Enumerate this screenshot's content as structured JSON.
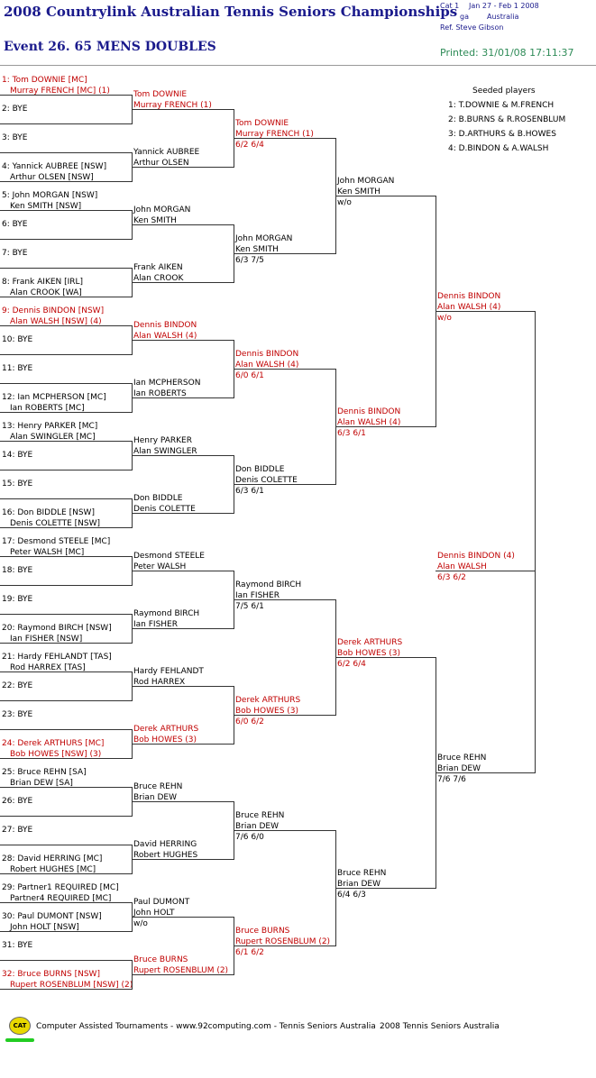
{
  "header": {
    "title": "2008 Countrylink Australian Tennis Seniors Championships",
    "event": "Event 26. 65 MENS DOUBLES",
    "printed": "Printed: 31/01/08 17:11:37",
    "cat": "Cat 1",
    "dates": "Jan 27 - Feb 1 2008",
    "venue": "ga",
    "country": "Australia",
    "referee": "Ref. Steve Gibson"
  },
  "seeded": {
    "title": "Seeded players",
    "items": [
      "1: T.DOWNIE & M.FRENCH",
      "2: B.BURNS & R.ROSENBLUM",
      "3: D.ARTHURS & B.HOWES",
      "4: D.BINDON & A.WALSH"
    ]
  },
  "footer": {
    "logo": "CAT",
    "left": "Computer Assisted Tournaments - www.92computing.com -  Tennis Seniors Australia",
    "right": "2008 Tennis Seniors Australia"
  },
  "rounds": [
    [
      {
        "l1": "1: Tom DOWNIE [MC]",
        "l2": "Murray FRENCH [MC] (1)",
        "red": true
      },
      {
        "l1": "2: BYE",
        "l2": "",
        "red": false
      },
      {
        "l1": "3: BYE",
        "l2": "",
        "red": false
      },
      {
        "l1": "4: Yannick AUBREE [NSW]",
        "l2": "Arthur OLSEN [NSW]",
        "red": false
      },
      {
        "l1": "5: John MORGAN [NSW]",
        "l2": "Ken SMITH [NSW]",
        "red": false
      },
      {
        "l1": "6: BYE",
        "l2": "",
        "red": false
      },
      {
        "l1": "7: BYE",
        "l2": "",
        "red": false
      },
      {
        "l1": "8: Frank AIKEN [IRL]",
        "l2": "Alan CROOK [WA]",
        "red": false
      },
      {
        "l1": "9: Dennis BINDON [NSW]",
        "l2": "Alan WALSH [NSW] (4)",
        "red": true
      },
      {
        "l1": "10: BYE",
        "l2": "",
        "red": false
      },
      {
        "l1": "11: BYE",
        "l2": "",
        "red": false
      },
      {
        "l1": "12: Ian MCPHERSON [MC]",
        "l2": "Ian ROBERTS [MC]",
        "red": false
      },
      {
        "l1": "13: Henry PARKER [MC]",
        "l2": "Alan SWINGLER [MC]",
        "red": false
      },
      {
        "l1": "14: BYE",
        "l2": "",
        "red": false
      },
      {
        "l1": "15: BYE",
        "l2": "",
        "red": false
      },
      {
        "l1": "16: Don BIDDLE [NSW]",
        "l2": "Denis COLETTE [NSW]",
        "red": false
      },
      {
        "l1": "17: Desmond STEELE [MC]",
        "l2": "Peter WALSH [MC]",
        "red": false
      },
      {
        "l1": "18: BYE",
        "l2": "",
        "red": false
      },
      {
        "l1": "19: BYE",
        "l2": "",
        "red": false
      },
      {
        "l1": "20: Raymond BIRCH [NSW]",
        "l2": "Ian FISHER [NSW]",
        "red": false
      },
      {
        "l1": "21: Hardy FEHLANDT [TAS]",
        "l2": "Rod HARREX [TAS]",
        "red": false
      },
      {
        "l1": "22: BYE",
        "l2": "",
        "red": false
      },
      {
        "l1": "23: BYE",
        "l2": "",
        "red": false
      },
      {
        "l1": "24: Derek ARTHURS [MC]",
        "l2": "Bob HOWES [NSW] (3)",
        "red": true
      },
      {
        "l1": "25: Bruce REHN [SA]",
        "l2": "Brian DEW [SA]",
        "red": false
      },
      {
        "l1": "26: BYE",
        "l2": "",
        "red": false
      },
      {
        "l1": "27: BYE",
        "l2": "",
        "red": false
      },
      {
        "l1": "28: David HERRING [MC]",
        "l2": "Robert HUGHES [MC]",
        "red": false
      },
      {
        "l1": "29: Partner1 REQUIRED [MC]",
        "l2": "Partner4 REQUIRED [MC]",
        "red": false
      },
      {
        "l1": "30: Paul DUMONT [NSW]",
        "l2": "John HOLT [NSW]",
        "red": false
      },
      {
        "l1": "31: BYE",
        "l2": "",
        "red": false
      },
      {
        "l1": "32: Bruce BURNS [NSW]",
        "l2": "Rupert ROSENBLUM [NSW] (2)",
        "red": true
      }
    ],
    [
      {
        "l1": "Tom DOWNIE",
        "l2": "Murray FRENCH (1)",
        "s": "",
        "red": true
      },
      {
        "l1": "Yannick AUBREE",
        "l2": "Arthur OLSEN",
        "s": "",
        "red": false
      },
      {
        "l1": "John MORGAN",
        "l2": "Ken SMITH",
        "s": "",
        "red": false
      },
      {
        "l1": "Frank AIKEN",
        "l2": "Alan CROOK",
        "s": "",
        "red": false
      },
      {
        "l1": "Dennis BINDON",
        "l2": "Alan WALSH (4)",
        "s": "",
        "red": true
      },
      {
        "l1": "Ian MCPHERSON",
        "l2": "Ian ROBERTS",
        "s": "",
        "red": false
      },
      {
        "l1": "Henry PARKER",
        "l2": "Alan SWINGLER",
        "s": "",
        "red": false
      },
      {
        "l1": "Don BIDDLE",
        "l2": "Denis COLETTE",
        "s": "",
        "red": false
      },
      {
        "l1": "Desmond STEELE",
        "l2": "Peter WALSH",
        "s": "",
        "red": false
      },
      {
        "l1": "Raymond BIRCH",
        "l2": "Ian FISHER",
        "s": "",
        "red": false
      },
      {
        "l1": "Hardy FEHLANDT",
        "l2": "Rod HARREX",
        "s": "",
        "red": false
      },
      {
        "l1": "Derek ARTHURS",
        "l2": "Bob HOWES (3)",
        "s": "",
        "red": true
      },
      {
        "l1": "Bruce REHN",
        "l2": "Brian DEW",
        "s": "",
        "red": false
      },
      {
        "l1": "David HERRING",
        "l2": "Robert HUGHES",
        "s": "",
        "red": false
      },
      {
        "l1": "Paul DUMONT",
        "l2": "John HOLT",
        "s": "w/o",
        "red": false
      },
      {
        "l1": "Bruce BURNS",
        "l2": "Rupert ROSENBLUM (2)",
        "s": "",
        "red": true
      }
    ],
    [
      {
        "l1": "Tom DOWNIE",
        "l2": "Murray FRENCH (1)",
        "s": "6/2 6/4",
        "red": true
      },
      {
        "l1": "John MORGAN",
        "l2": "Ken SMITH",
        "s": "6/3 7/5",
        "red": false
      },
      {
        "l1": "Dennis BINDON",
        "l2": "Alan WALSH (4)",
        "s": "6/0 6/1",
        "red": true
      },
      {
        "l1": "Don BIDDLE",
        "l2": "Denis COLETTE",
        "s": "6/3 6/1",
        "red": false
      },
      {
        "l1": "Raymond BIRCH",
        "l2": "Ian FISHER",
        "s": "7/5 6/1",
        "red": false
      },
      {
        "l1": "Derek ARTHURS",
        "l2": "Bob HOWES (3)",
        "s": "6/0 6/2",
        "red": true
      },
      {
        "l1": "Bruce REHN",
        "l2": "Brian DEW",
        "s": "7/6 6/0",
        "red": false
      },
      {
        "l1": "Bruce BURNS",
        "l2": "Rupert ROSENBLUM (2)",
        "s": "6/1 6/2",
        "red": true
      }
    ],
    [
      {
        "l1": "John MORGAN",
        "l2": "Ken SMITH",
        "s": "w/o",
        "red": false
      },
      {
        "l1": "Dennis BINDON",
        "l2": "Alan WALSH (4)",
        "s": "6/3 6/1",
        "red": true
      },
      {
        "l1": "Derek ARTHURS",
        "l2": "Bob HOWES (3)",
        "s": "6/2 6/4",
        "red": true
      },
      {
        "l1": "Bruce REHN",
        "l2": "Brian DEW",
        "s": "6/4 6/3",
        "red": false
      }
    ],
    [
      {
        "l1": "Dennis BINDON",
        "l2": "Alan WALSH (4)",
        "s": "w/o",
        "red": true
      },
      {
        "l1": "Bruce REHN",
        "l2": "Brian DEW",
        "s": "7/6 7/6",
        "red": false
      }
    ],
    [
      {
        "l1": "Dennis BINDON (4)",
        "l2": "Alan WALSH",
        "s": "6/3 6/2",
        "red": true
      }
    ]
  ]
}
